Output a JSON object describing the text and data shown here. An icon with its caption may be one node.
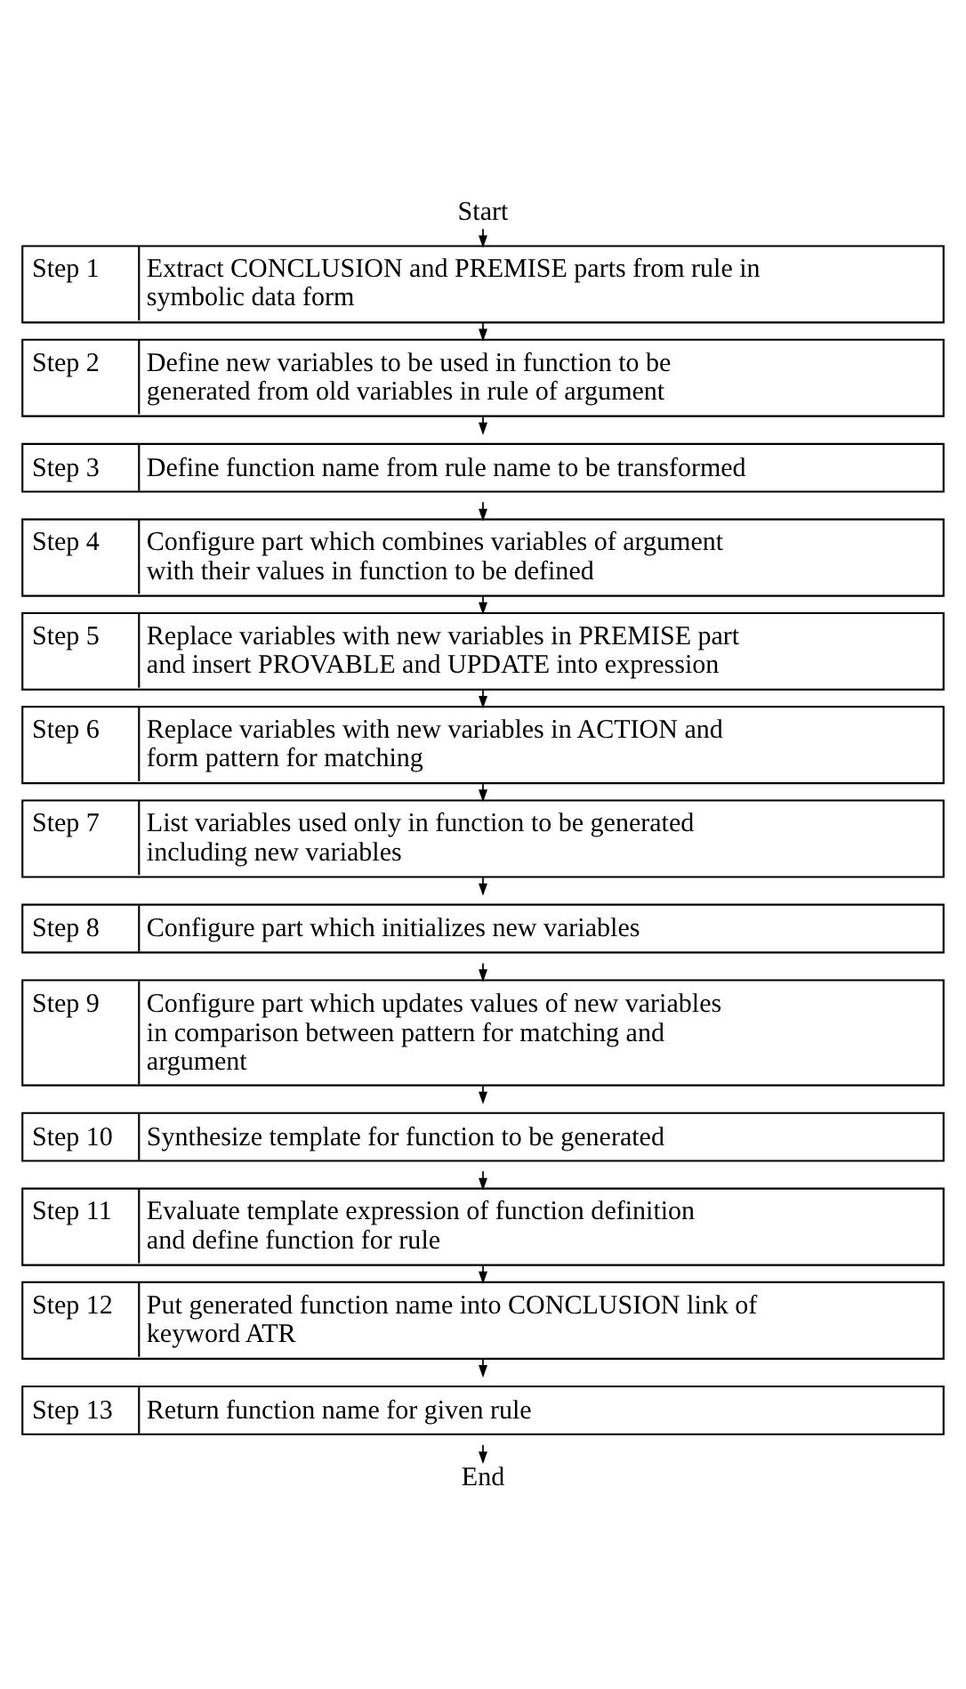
{
  "diagram": {
    "nodes": [
      {
        "text": [
          "Start"
        ]
      },
      {
        "text": [
          "Step 1",
          "Extract CONCLUSION and PREMISE parts from rule in symbolic data form"
        ]
      },
      {
        "text": [
          "Step 2",
          "Define new variables to be used in function to be generated from old variables in rule of argument"
        ]
      },
      {
        "text": [
          "Step 3",
          "Define function name from rule name to be transformed"
        ]
      },
      {
        "text": [
          "Step 4",
          "Configure part which combines variables of argument with their values in function to be defined"
        ]
      },
      {
        "text": [
          "Step 5",
          "Replace variables with new variables in PREMISE part and insert PROVABLE and UPDATE into expression"
        ]
      },
      {
        "text": [
          "Step 6",
          "Replace variables with new variables in ACTION and form pattern for matching"
        ]
      },
      {
        "text": [
          "Step 7",
          "List variables used only in function to be generated including new variables"
        ]
      },
      {
        "text": [
          "Step 8",
          "Configure part which initializes new variables"
        ]
      },
      {
        "text": [
          "Step 9",
          "Configure part which updates values of new variables in comparison between pattern for matching and argument"
        ]
      },
      {
        "text": [
          "Step 10",
          "Synthesize template for function to be generated"
        ]
      },
      {
        "text": [
          "Step 11",
          "Evaluate template expression of function definition and define function for rule"
        ]
      },
      {
        "text": [
          "Step 12",
          "Put generated function name into CONCLUSION link of keyword ATR"
        ]
      },
      {
        "text": [
          "Step 13",
          "Return function name for given rule"
        ]
      },
      {
        "text": [
          "End"
        ]
      }
    ],
    "edges": [
      {
        "from": 0,
        "to": 1,
        "arrow": "to"
      },
      {
        "from": 1,
        "to": 2,
        "arrow": "to"
      },
      {
        "from": 2,
        "to": 3,
        "arrow": "to"
      },
      {
        "from": 3,
        "to": 4,
        "arrow": "to"
      },
      {
        "from": 4,
        "to": 5,
        "arrow": "to"
      },
      {
        "from": 5,
        "to": 6,
        "arrow": "to"
      },
      {
        "from": 6,
        "to": 7,
        "arrow": "to"
      },
      {
        "from": 7,
        "to": 8,
        "arrow": "to"
      },
      {
        "from": 8,
        "to": 9,
        "arrow": "to"
      },
      {
        "from": 9,
        "to": 10,
        "arrow": "to"
      },
      {
        "from": 10,
        "to": 11,
        "arrow": "to"
      },
      {
        "from": 11,
        "to": 12,
        "arrow": "to"
      },
      {
        "from": 12,
        "to": 13,
        "arrow": "to"
      },
      {
        "from": 13,
        "to": 14,
        "arrow": "to"
      }
    ]
  }
}
